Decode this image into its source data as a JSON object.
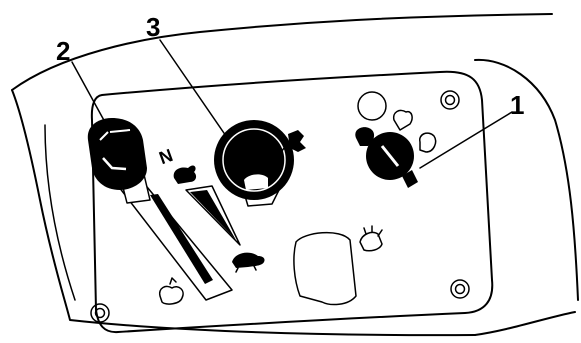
{
  "callouts": {
    "c1": "1",
    "c2": "2",
    "c3": "3"
  },
  "throttle": {
    "neutral_letter": "N"
  },
  "icons": {
    "fast": "rabbit-icon",
    "slow": "turtle-icon",
    "choke": "choke-icon",
    "headlight": "headlight-icon",
    "engine": "engine-icon",
    "key_off": "key-off-icon",
    "key_run": "key-run-icon",
    "key_start": "key-start-icon",
    "pto": "pto-icon"
  }
}
